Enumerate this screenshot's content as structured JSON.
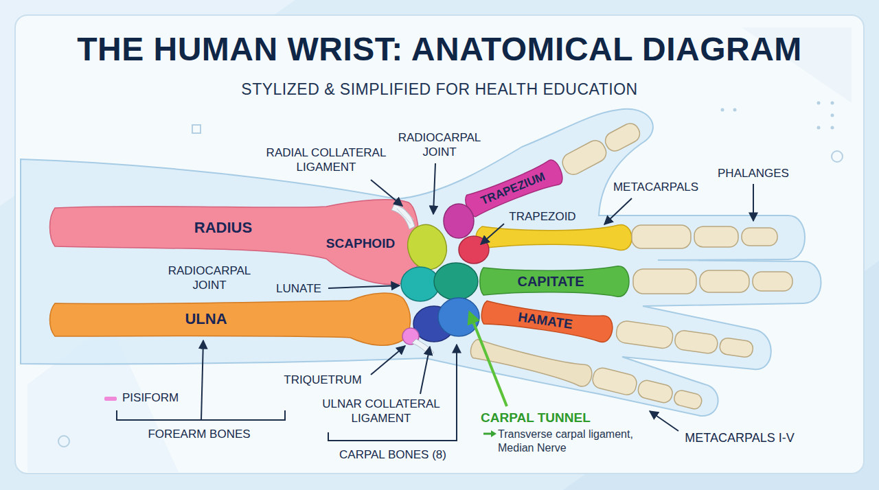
{
  "diagram": {
    "title": "THE HUMAN WRIST: ANATOMICAL DIAGRAM",
    "nodes": [
      {
        "text": [
          "TRAPEZIUM"
        ]
      },
      {
        "text": [
          "RADIUS",
          "SCAPHOID"
        ]
      },
      {
        "text": [
          "CAPITATE"
        ]
      },
      {
        "text": [
          "ULNA"
        ]
      },
      {
        "text": [
          "HAMATE"
        ]
      }
    ],
    "labels": [
      "STYLIZED & SIMPLIFIED FOR HEALTH EDUCATION",
      "RADIAL COLLATERAL LIGAMENT",
      "RADIOCARPAL JOINT",
      "METACARPALS",
      "PHALANGES",
      "TRAPEZOID",
      "RADIOCARPAL JOINT",
      "LUNATE",
      "TRIQUETRUM",
      "ULNAR COLLATERAL LIGAMENT",
      "FOREARM BONES",
      "CARPAL BONES (8)",
      "CARPAL TUNNEL",
      "Transverse carpal ligament, Median Nerve",
      "METACARPALS I-V"
    ],
    "legend": [
      {
        "text": "PISIFORM",
        "color": "#f08ad8"
      }
    ]
  }
}
